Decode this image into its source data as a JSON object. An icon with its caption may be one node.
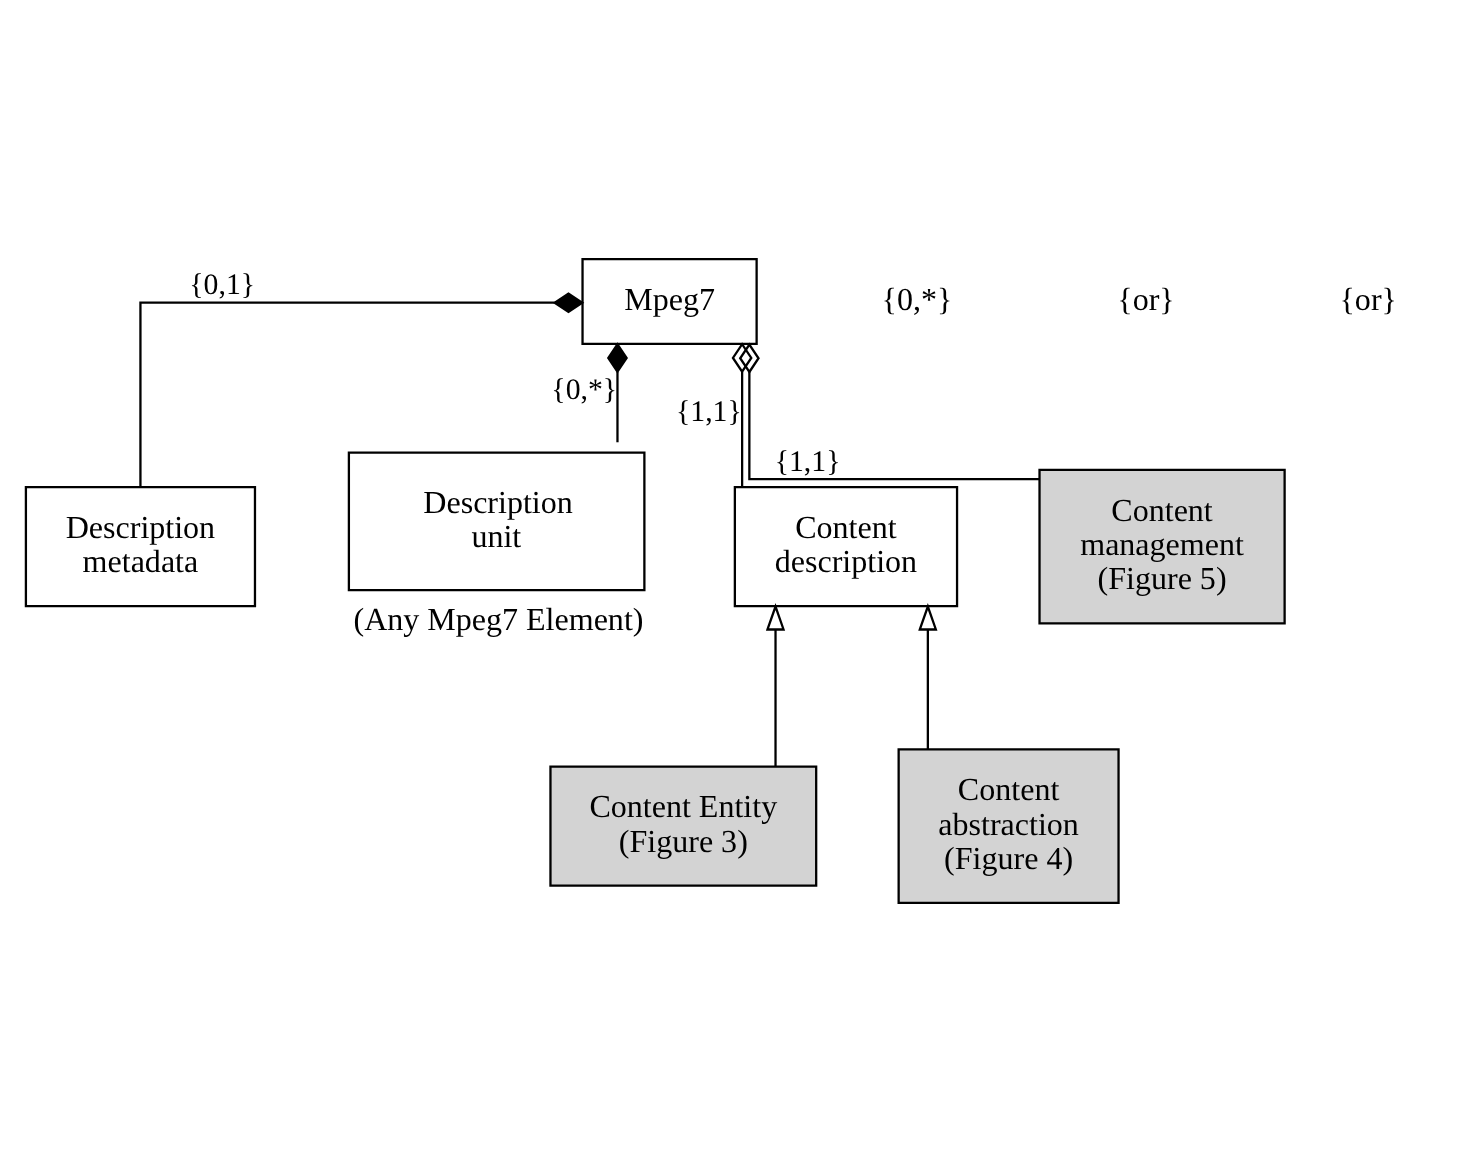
{
  "diagram": {
    "nodes": [
      {
        "text": [
          "Mpeg7"
        ]
      },
      {
        "text": [
          "Description metadata"
        ]
      },
      {
        "text": [
          "Description unit"
        ],
        "beside": [
          "(Any Mpeg7 Element)"
        ]
      },
      {
        "text": [
          "Content description"
        ]
      },
      {
        "text": [
          "Content management (Figure 5)"
        ]
      },
      {
        "text": [
          "Content Entity (Figure 3)"
        ]
      },
      {
        "text": [
          "Content abstraction (Figure 4)"
        ]
      }
    ],
    "edges": [
      {
        "from": 0,
        "to": 1,
        "arrow": "other",
        "label": "{0,1}"
      },
      {
        "from": 0,
        "to": 2,
        "arrow": "other",
        "label": "{0,*}"
      },
      {
        "from": 0,
        "to": 3,
        "arrow": "other",
        "label": "{1,1}"
      },
      {
        "from": 0,
        "to": 4,
        "arrow": "other",
        "label": "{1,1}"
      },
      {
        "from": 5,
        "to": 3,
        "arrow": "to"
      },
      {
        "from": 6,
        "to": 3,
        "arrow": "to"
      }
    ],
    "labels": [
      "{0,*}",
      "{or}",
      "{or}"
    ]
  }
}
